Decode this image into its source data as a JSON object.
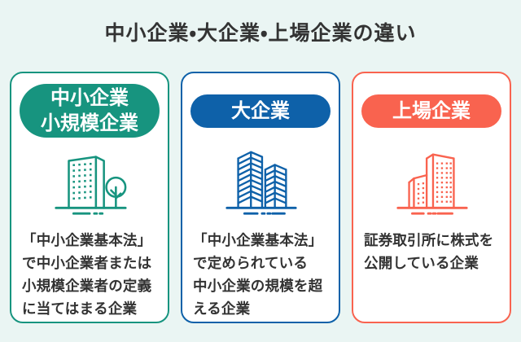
{
  "page": {
    "title": "中小企業・大企業・上場企業の違い",
    "background_color": "#eaf5f3",
    "text_color": "#333333",
    "card_background": "#ffffff"
  },
  "cards": [
    {
      "accent": "#17947f",
      "badge_lines": [
        "中小企業",
        "小規模企業"
      ],
      "icon": "building-with-tree-icon",
      "desc_lines": [
        "「中小企業基本法」",
        "で中小企業者または",
        "小規模企業者の定義",
        "に当てはまる企業"
      ]
    },
    {
      "accent": "#0e61a9",
      "badge_lines": [
        "大企業"
      ],
      "icon": "twin-skyscrapers-icon",
      "desc_lines": [
        "「中小企業基本法」",
        "で定められている",
        "中小企業の規模を超",
        "える企業"
      ]
    },
    {
      "accent": "#f9634f",
      "badge_lines": [
        "上場企業"
      ],
      "icon": "twin-buildings-icon",
      "desc_lines": [
        "証券取引所に株式を",
        "公開している企業"
      ]
    }
  ]
}
